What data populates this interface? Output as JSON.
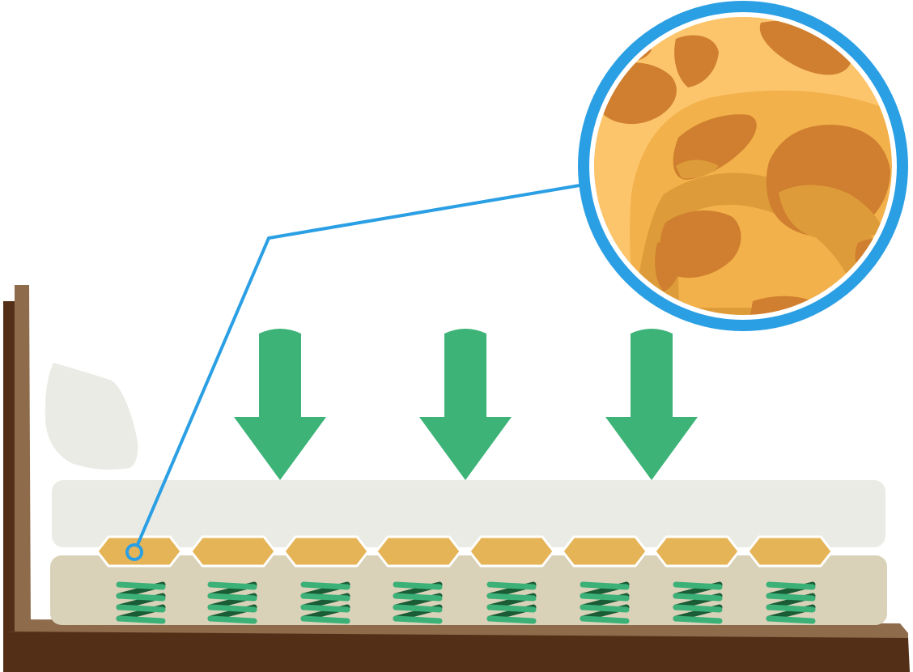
{
  "colors": {
    "background": "#ffffff",
    "frame_dark": "#542f17",
    "frame_light": "#8e6b4b",
    "top_layer": "#ebebe6",
    "pillow": "#ebebe6",
    "base_layer": "#d9d2b9",
    "foam_cell": "#e5b457",
    "foam_outline": "#ffffff",
    "spring_light": "#3bb077",
    "spring_dark": "#1a5c36",
    "arrow": "#3db377",
    "callout_line": "#2b9fe4",
    "lens_ring": "#2b9fe4",
    "foam_light": "#fcc56b",
    "foam_mid": "#f2b14a",
    "foam_shade": "#dd9c39",
    "foam_pore": "#cf7f2f"
  },
  "icons": {
    "arrows": "down-arrow-icon",
    "springs": "coil-spring-icon",
    "pillow": "pillow-icon",
    "callout": "magnifier-callout-icon"
  },
  "diagram": {
    "pressure_arrow_count": 3,
    "foam_cell_count": 8,
    "spring_count": 8
  }
}
